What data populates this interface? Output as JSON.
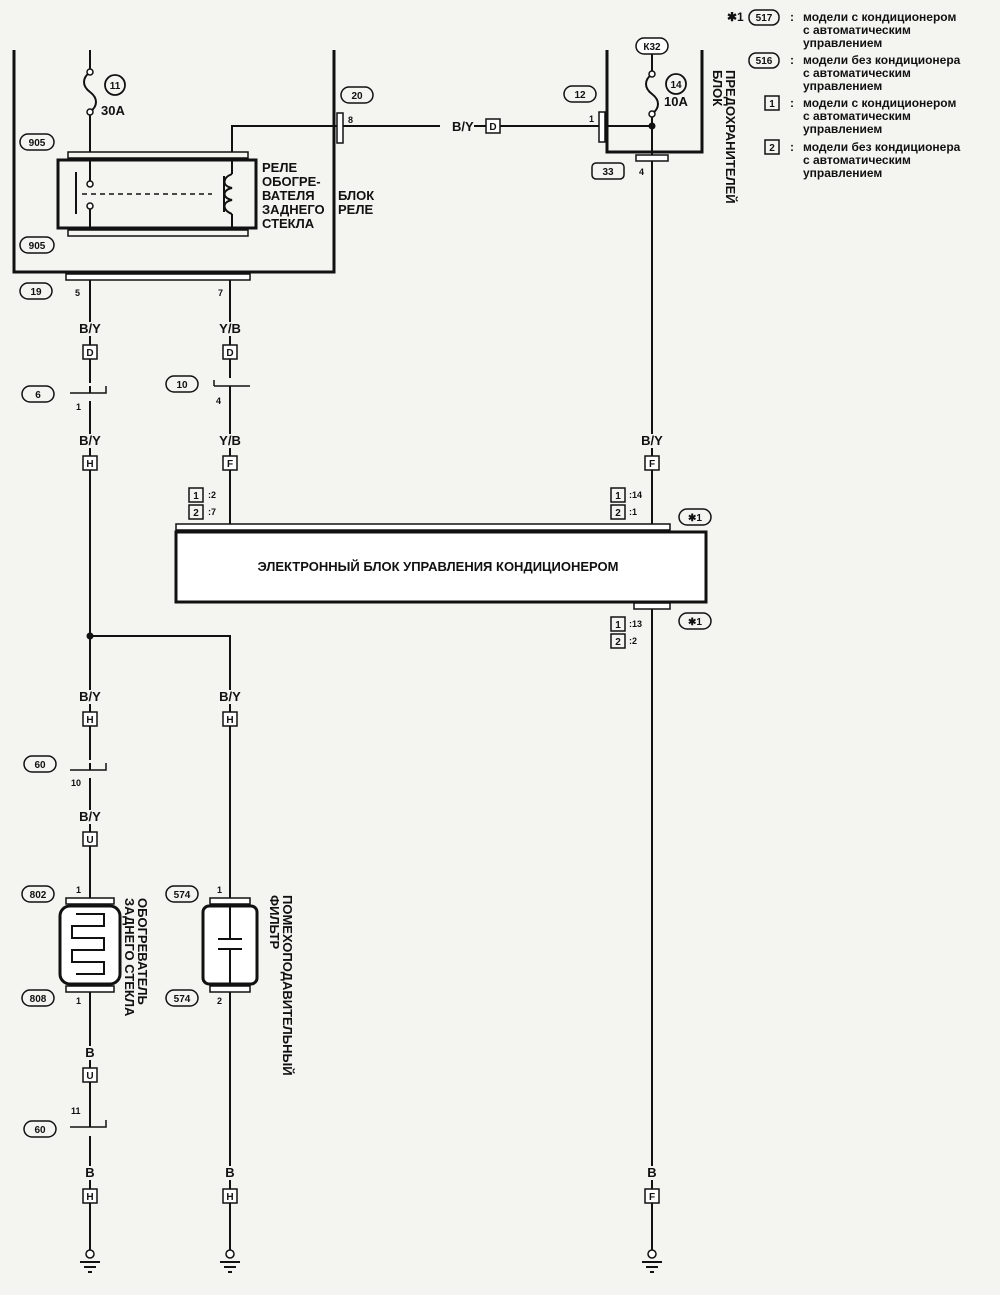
{
  "legend": {
    "star_marker": "✱1",
    "entries": [
      {
        "code": "517",
        "lines": [
          "модели с кондиционером",
          "с автоматическим",
          "управлением"
        ]
      },
      {
        "code": "516",
        "lines": [
          "модели без кондиционера",
          "с автоматическим",
          "управлением"
        ]
      },
      {
        "code": "1",
        "lines": [
          "модели с кондиционером",
          "с автоматическим",
          "управлением"
        ]
      },
      {
        "code": "2",
        "lines": [
          "модели без кондиционера",
          "с автоматическим",
          "управлением"
        ]
      }
    ]
  },
  "relay_block": {
    "title_lines": [
      "БЛОК",
      "РЕЛЕ"
    ],
    "relay_lines": [
      "РЕЛЕ",
      "ОБОГРЕ-",
      "ВАТЕЛЯ",
      "ЗАДНЕГО",
      "СТЕКЛА"
    ],
    "fuse_number": "11",
    "fuse_rating": "30A",
    "relay_code_top": "905",
    "relay_code_bottom": "905",
    "connector_top": "20",
    "connector_top_pin": "8",
    "connector_bottom": "19",
    "pin_left": "5",
    "pin_right": "7"
  },
  "fuse_block": {
    "title_lines": [
      "БЛОК",
      "ПРЕДОХРАНИТЕЛЕЙ"
    ],
    "source": "К32",
    "fuse_number": "14",
    "fuse_rating": "10A",
    "connector_top": "12",
    "connector_top_pin": "1",
    "connector_bottom": "33",
    "connector_bottom_pin": "4"
  },
  "link_wire": {
    "color": "B/Y",
    "letter": "D"
  },
  "columns": {
    "left": {
      "seg1_color": "B/Y",
      "seg1_letter": "D",
      "conn": "6",
      "conn_pin": "1",
      "seg2_color": "B/Y",
      "seg2_letter": "H",
      "seg3_color": "B/Y",
      "seg3_letter": "H",
      "conn2": "60",
      "conn2_pin": "10",
      "seg4_color": "B/Y",
      "seg4_letter": "U",
      "heater_top_code": "802",
      "heater_top_pin": "1",
      "heater_bottom_code": "808",
      "heater_bottom_pin": "1",
      "heater_label_lines": [
        "ОБОГРЕВАТЕЛЬ",
        "ЗАДНЕГО СТЕКЛА"
      ],
      "seg5_color": "B",
      "seg5_letter": "U",
      "conn3": "60",
      "conn3_pin": "11",
      "seg6_color": "B",
      "seg6_letter": "H"
    },
    "middle": {
      "seg1_color": "Y/B",
      "seg1_letter": "D",
      "conn": "10",
      "conn_pin": "4",
      "seg2_color": "Y/B",
      "seg2_letter": "F",
      "pin_a": ":2",
      "pin_b": ":7"
    },
    "filter": {
      "seg1_color": "B/Y",
      "seg1_letter": "H",
      "top_code": "574",
      "top_pin": "1",
      "bottom_code": "574",
      "bottom_pin": "2",
      "label_lines": [
        "ПОМЕХОПОДАВИТЕЛЬНЫЙ",
        "ФИЛЬТР"
      ],
      "seg2_color": "B",
      "seg2_letter": "H"
    },
    "right": {
      "seg1_color": "B/Y",
      "seg1_letter": "F",
      "pin_a": ":14",
      "pin_b": ":1",
      "star_top": "✱1",
      "star_bottom": "✱1",
      "pin_c": ":13",
      "pin_d": ":2",
      "seg2_color": "B",
      "seg2_letter": "F"
    }
  },
  "ecu": {
    "label": "ЭЛЕКТРОННЫЙ БЛОК УПРАВЛЕНИЯ КОНДИЦИОНЕРОМ"
  }
}
